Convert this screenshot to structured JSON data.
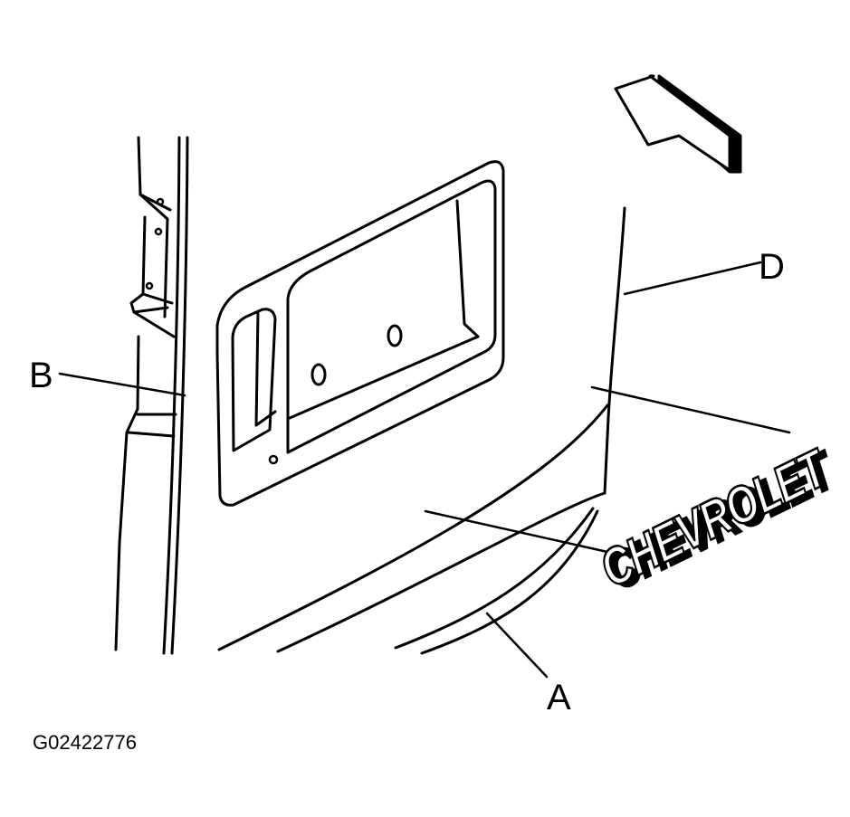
{
  "figure": {
    "id_label": "G02422776"
  },
  "callouts": {
    "a": "A",
    "b": "B",
    "d": "D"
  },
  "emblem": {
    "text": "CHEVROLET"
  },
  "icons": {
    "direction_arrow": "forward-arrow-icon"
  }
}
